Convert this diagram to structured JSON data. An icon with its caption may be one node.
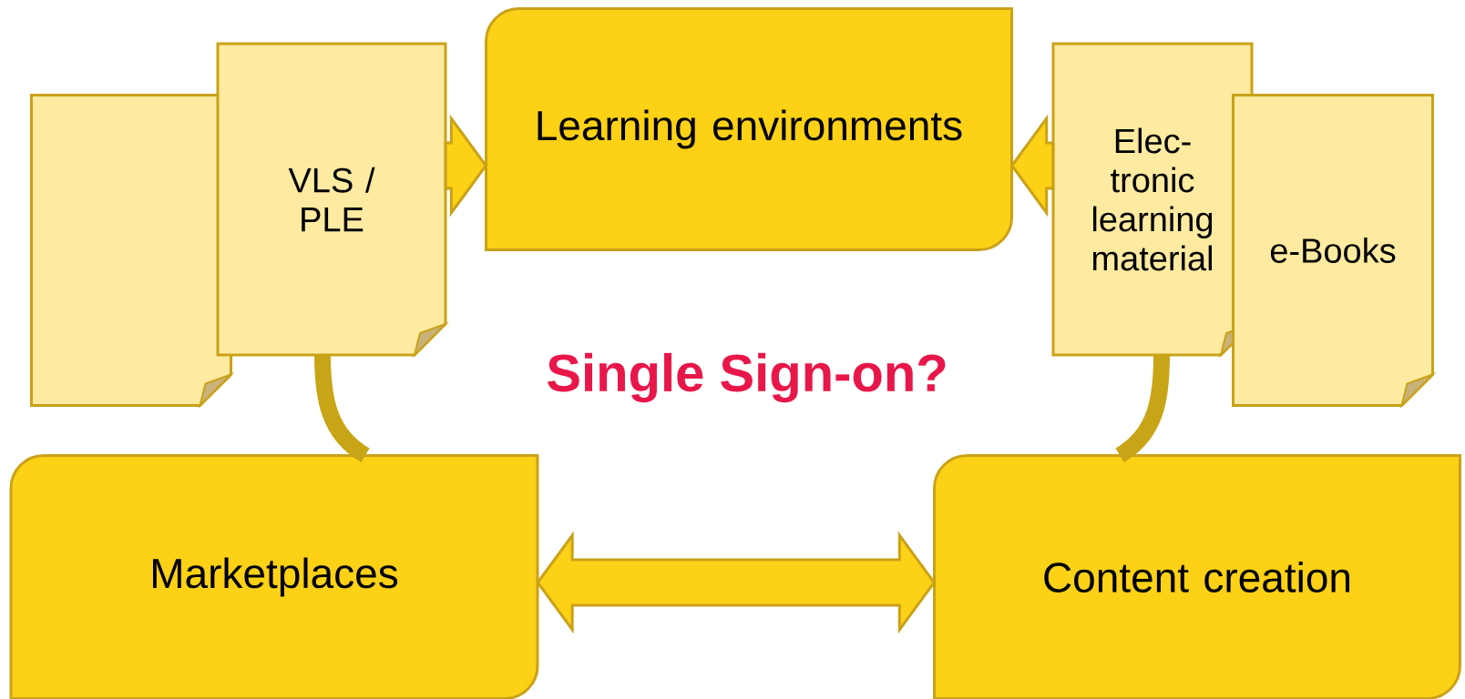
{
  "diagram": {
    "nodes": [
      {
        "text": [
          "Learning environments"
        ]
      },
      {
        "text": [],
        "shape": "box"
      },
      {
        "text": [
          "VLS / PLE"
        ]
      },
      {
        "text": [
          "Elec- tronic learning material"
        ]
      },
      {
        "text": [
          "e-Books"
        ]
      },
      {
        "text": [
          "Marketplaces"
        ]
      },
      {
        "text": [
          "Content creation"
        ]
      }
    ],
    "edges": [
      {
        "from": 2,
        "to": 0,
        "arrow": "to"
      },
      {
        "from": 3,
        "to": 0,
        "arrow": "to"
      },
      {
        "from": 2,
        "to": 5,
        "arrow": "none",
        "color": "#c8a417"
      },
      {
        "from": 3,
        "to": 6,
        "arrow": "none",
        "color": "#c8a417"
      },
      {
        "from": 5,
        "to": 6,
        "arrow": "both"
      }
    ],
    "labels": [
      "Single Sign-on?"
    ]
  }
}
